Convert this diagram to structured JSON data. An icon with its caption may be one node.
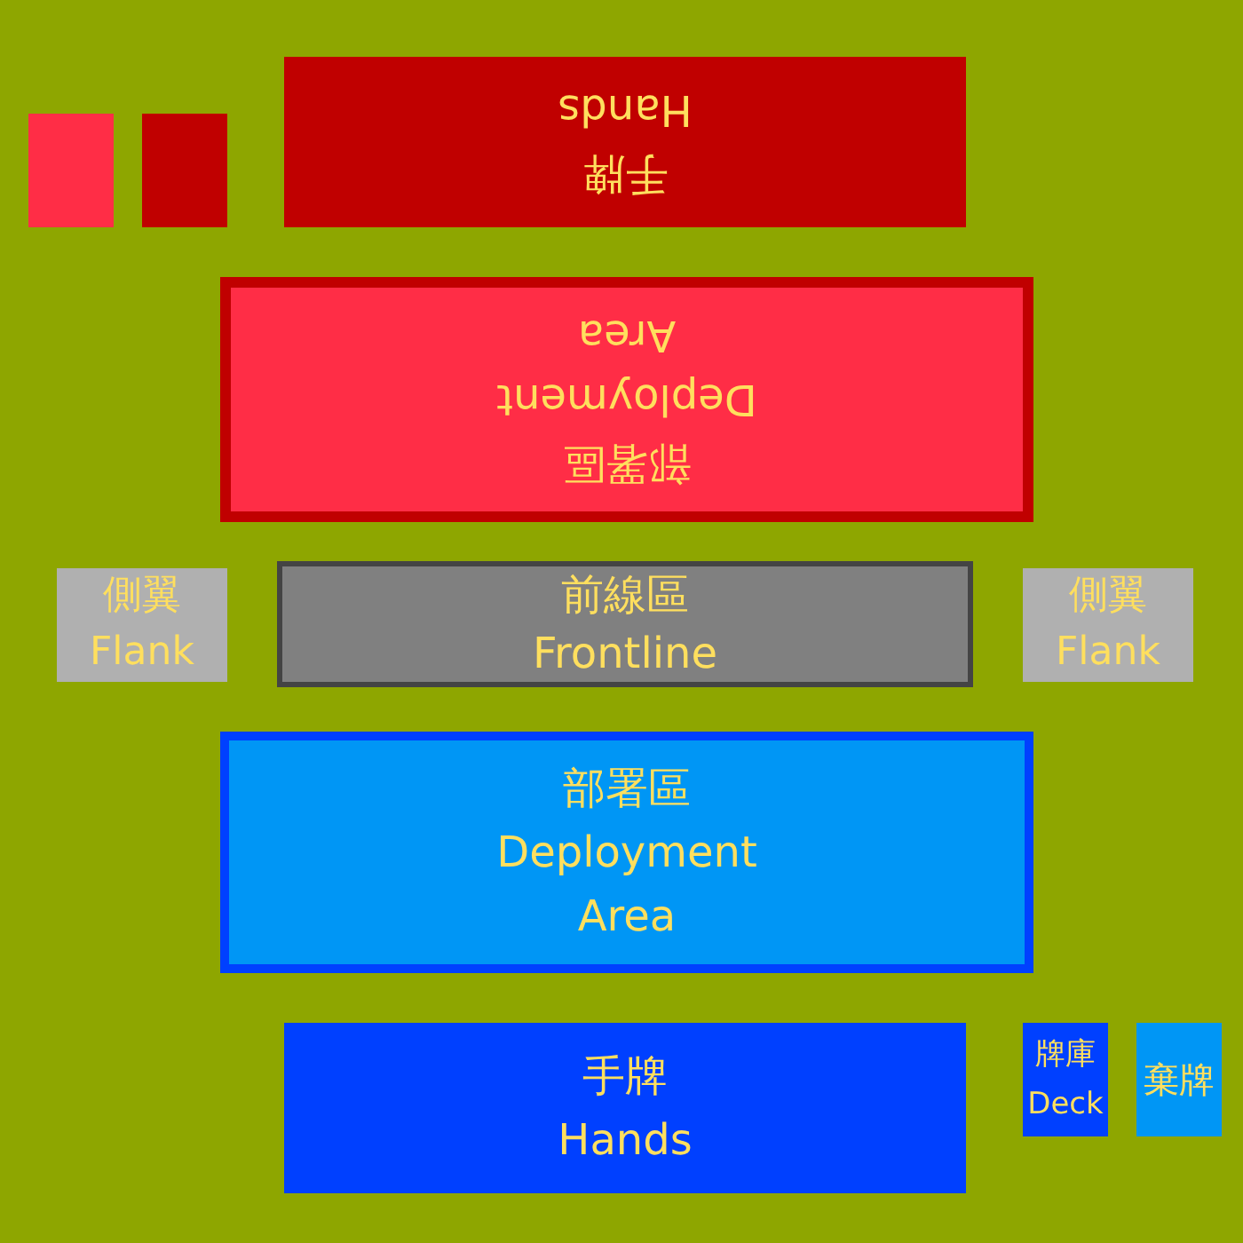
{
  "diagram": {
    "nodes": [
      {
        "text": [],
        "shape": "box"
      },
      {
        "text": [],
        "shape": "box"
      },
      {
        "text": [
          "手牌",
          "Hands"
        ]
      },
      {
        "text": [
          "部署區",
          "Deployment Area"
        ]
      },
      {
        "text": [
          "側翼",
          "Flank"
        ]
      },
      {
        "text": [
          "前線區",
          "Frontline"
        ]
      },
      {
        "text": [
          "側翼",
          "Flank"
        ]
      },
      {
        "text": [
          "部署區",
          "Deployment Area"
        ]
      },
      {
        "text": [
          "手牌",
          "Hands"
        ]
      },
      {
        "text": [
          "牌庫",
          "Deck"
        ]
      },
      {
        "text": [
          "棄牌"
        ]
      }
    ]
  }
}
